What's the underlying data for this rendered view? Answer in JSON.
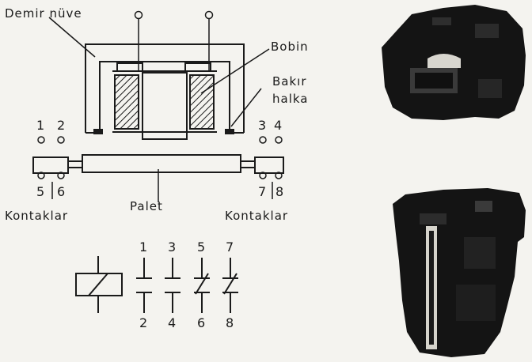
{
  "labels": {
    "core": "Demir nüve",
    "coil": "Bobin",
    "ring_line1": "Bakır",
    "ring_line2": "halka",
    "armature": "Palet",
    "contacts_left": "Kontaklar",
    "contacts_right": "Kontaklar"
  },
  "terminal_numbers": {
    "top_left": [
      "1",
      "2"
    ],
    "top_right": [
      "3",
      "4"
    ],
    "bottom_left": [
      "5",
      "6"
    ],
    "bottom_right": [
      "7",
      "8"
    ]
  },
  "symbol_numbers": {
    "top": [
      "1",
      "3",
      "5",
      "7"
    ],
    "bottom": [
      "2",
      "4",
      "6",
      "8"
    ]
  },
  "colors": {
    "ink": "#1a1a1a",
    "paper": "#f4f3ef"
  }
}
